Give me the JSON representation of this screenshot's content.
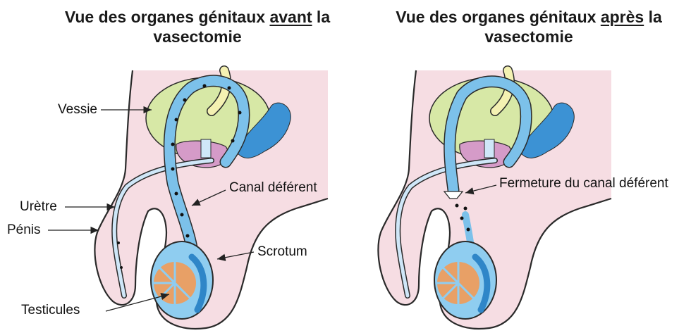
{
  "titles": {
    "before": {
      "part1": "Vue des organes génitaux ",
      "emphasis": "avant",
      "part2": " la",
      "line2": "vasectomie"
    },
    "after": {
      "part1": "Vue des organes génitaux ",
      "emphasis": "après",
      "part2": " la",
      "line2": "vasectomie"
    }
  },
  "labels": {
    "bladder": "Vessie",
    "urethra": "Urètre",
    "penis": "Pénis",
    "testicles": "Testicules",
    "vas_deferens": "Canal déférent",
    "scrotum": "Scrotum",
    "vas_closure": "Fermeture du canal déférent"
  },
  "colors": {
    "skin": "#f6dde3",
    "skin_outline": "#2a2a2a",
    "bladder": "#d7e8a6",
    "duct_blue": "#7cc1ea",
    "duct_dark": "#2f86c8",
    "seminal_vesicle": "#3c92d4",
    "prostate": "#d59bc8",
    "ureter": "#f4f1b2",
    "testis_orange": "#e8a066",
    "testis_blue": "#8fcdf0",
    "sperm": "#111111"
  }
}
